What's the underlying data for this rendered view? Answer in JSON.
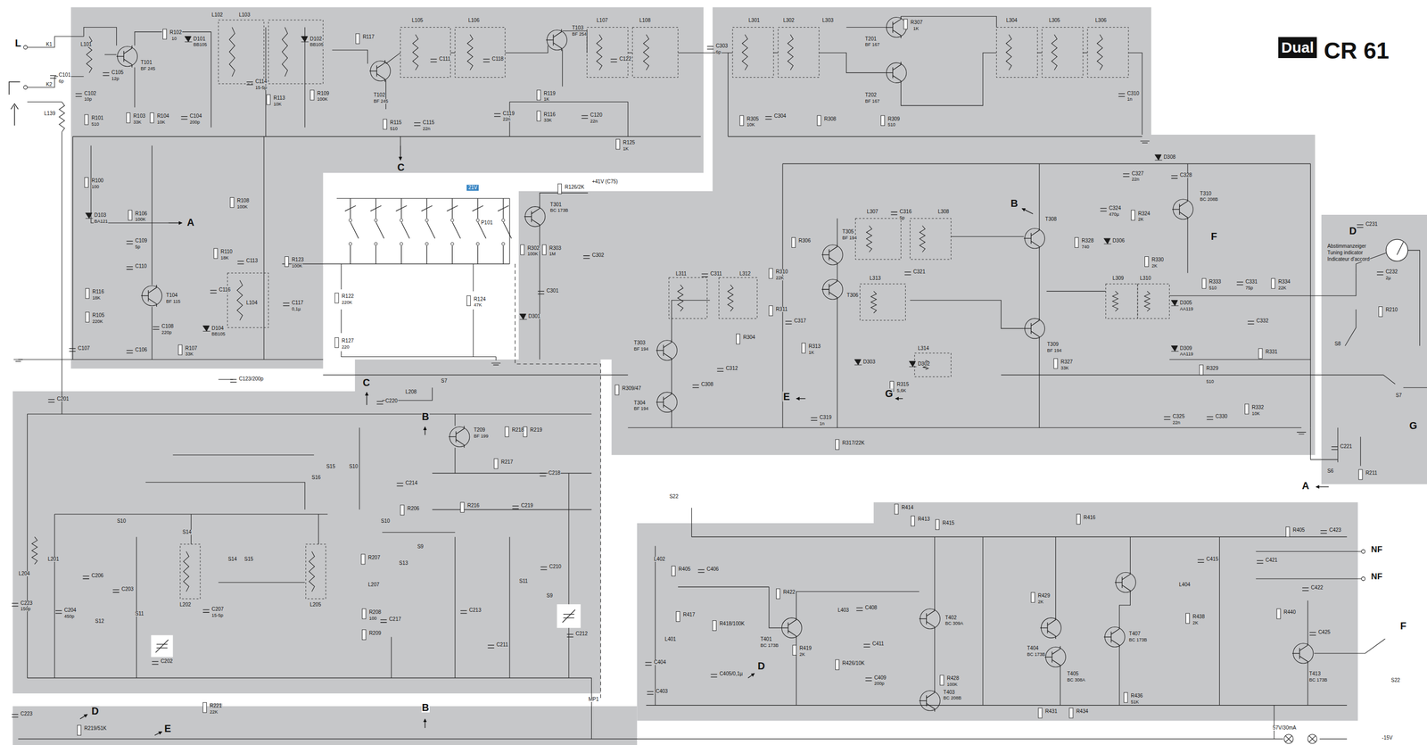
{
  "diagram": {
    "title": "CR 61",
    "nodes": [
      {
        "text": [
          "Dual"
        ]
      }
    ],
    "labels": [
      "L",
      "K1",
      "K2",
      "L101",
      "C101",
      "6p",
      "L139",
      "R101",
      "510",
      "C102",
      "10p",
      "T101",
      "BF 245",
      "R102",
      "10",
      "C105",
      "12p",
      "R103",
      "33K",
      "R104",
      "10K",
      "C104",
      "200p",
      "D101",
      "BB105",
      "L102",
      "L103",
      "D102",
      "BB105",
      "C114",
      "15-5p",
      "R113",
      "10K",
      "R109",
      "100K",
      "T102",
      "BF 245",
      "R117",
      "L105",
      "L106",
      "L107",
      "L108",
      "C111",
      "C118",
      "C122",
      "T103",
      "BF 254",
      "R119",
      "1K",
      "R115",
      "510",
      "C115",
      "22n",
      "C119",
      "22n",
      "R116",
      "33K",
      "C120",
      "22n",
      "R125",
      "1K",
      "R100",
      "100",
      "D103",
      "BA121",
      "R106",
      "100K",
      "R108",
      "100K",
      "C109",
      "5p",
      "C110",
      "T104",
      "BF 115",
      "R116",
      "18K",
      "R105",
      "220K",
      "C107",
      "C106",
      "C108",
      "220p",
      "R107",
      "33K",
      "D104",
      "BB105",
      "R110",
      "18K",
      "C113",
      "L104",
      "C116",
      "R123",
      "100K",
      "C117",
      "0,1µ",
      "21V",
      "P101",
      "R122",
      "220K",
      "R127",
      "220",
      "R124",
      "47K",
      "R126/2K",
      "+41V (C75)",
      "T301",
      "BC 173B",
      "R302",
      "100K",
      "R303",
      "1M",
      "C301",
      "D301",
      "C302",
      "C123/200p",
      "C",
      "A",
      "C",
      "C303",
      "6p",
      "L301",
      "L302",
      "L303",
      "R305",
      "10K",
      "C304",
      "R307",
      "1K",
      "T201",
      "BF 167",
      "T202",
      "BF 167",
      "R308",
      "R309",
      "510",
      "L304",
      "L305",
      "L306",
      "C310",
      "1n",
      "B",
      "F",
      "C327",
      "22n",
      "D308",
      "C328",
      "T310",
      "BC 208B",
      "C324",
      "470µ",
      "R328",
      "740",
      "R324",
      "2K",
      "D306",
      "R330",
      "2K",
      "L307",
      "C316",
      "5p",
      "L308",
      "L311",
      "C311",
      "L312",
      "L313",
      "L309",
      "L310",
      "L314",
      "T305",
      "BF 194",
      "T306",
      "T308",
      "T309",
      "BF 194",
      "T303",
      "BF 194",
      "T304",
      "BF 194",
      "R306",
      "R310",
      "22K",
      "R311",
      "R313",
      "1K",
      "C317",
      "D303",
      "D302",
      "C321",
      "R333",
      "510",
      "C331",
      "75p",
      "R334",
      "22K",
      "C332",
      "R331",
      "R332",
      "10K",
      "C325",
      "22n",
      "C330",
      "R329",
      "510",
      "R327",
      "33K",
      "D305",
      "AA119",
      "D309",
      "AA119",
      "R317/22K",
      "R309/47",
      "R304",
      "C319",
      "1n",
      "E",
      "G",
      "R315",
      "5,6K",
      "C312",
      "C308",
      "D",
      "C231",
      "C232",
      "2µ",
      "R210",
      "Abstimmanzeiger",
      "Tuning indicator",
      "Indicateur d'accord",
      "S8",
      "S7",
      "G",
      "S6",
      "C221",
      "R211",
      "A",
      "C201",
      "L204",
      "L201",
      "C206",
      "C204",
      "450p",
      "C223",
      "150p",
      "C203",
      "S12",
      "S11",
      "C202",
      "S10",
      "S14",
      "S14",
      "S15",
      "L202",
      "L205",
      "C207",
      "15-5p",
      "S15",
      "S16",
      "S10",
      "S10",
      "S9",
      "S13",
      "S7",
      "C220",
      "L208",
      "T209",
      "BF 199",
      "R217",
      "R218",
      "R219",
      "C219",
      "R216",
      "C218",
      "C214",
      "R206",
      "R207",
      "L207",
      "R208",
      "100",
      "R209",
      "C217",
      "C213",
      "C211",
      "S11",
      "S9",
      "C210",
      "C212",
      "B",
      "MP1",
      "C223",
      "R221",
      "22K",
      "D",
      "R219/51K",
      "E",
      "B",
      "S22",
      "R414",
      "R413",
      "R415",
      "R416",
      "L404",
      "C415",
      "C421",
      "R405",
      "C423",
      "NF",
      "NF",
      "C422",
      "R440",
      "C425",
      "T413",
      "BC 173B",
      "S22",
      "-15V",
      "57V/30mA",
      "T401",
      "BC 173B",
      "T402",
      "BC 309A",
      "T403",
      "BC 208B",
      "T404",
      "BC 173B",
      "T405",
      "BC 308A",
      "T407",
      "BC 173B",
      "L403",
      "L402",
      "L401",
      "R405",
      "C406",
      "R417",
      "R418/100K",
      "R419",
      "2K",
      "C404",
      "C403",
      "C405/0,1µ",
      "D",
      "R422",
      "C408",
      "C409",
      "200p",
      "C411",
      "R426/10K",
      "R428",
      "100K",
      "R429",
      "2K",
      "R431",
      "R434",
      "R436",
      "51K",
      "R438",
      "2K",
      "F"
    ]
  }
}
